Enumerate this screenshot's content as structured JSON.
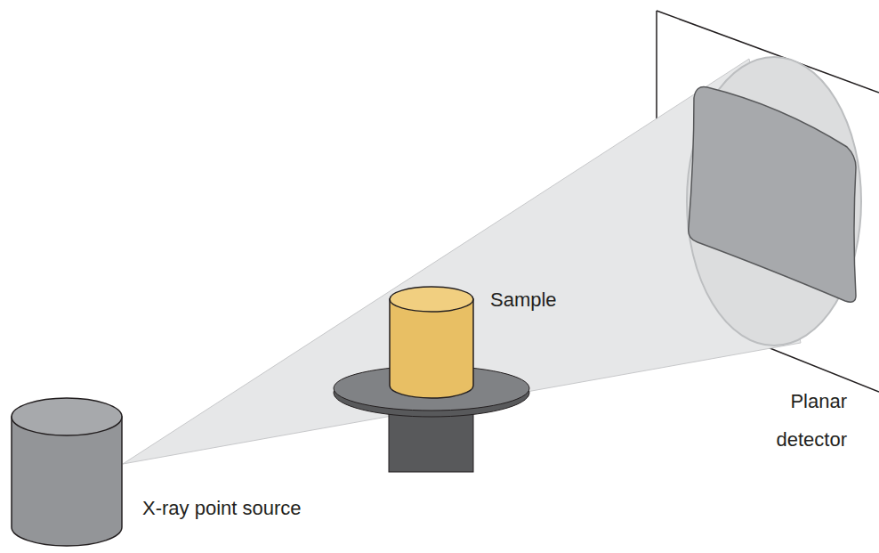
{
  "diagram": {
    "labels": [
      "Sample",
      "Planar detector",
      "X-ray point source"
    ]
  }
}
